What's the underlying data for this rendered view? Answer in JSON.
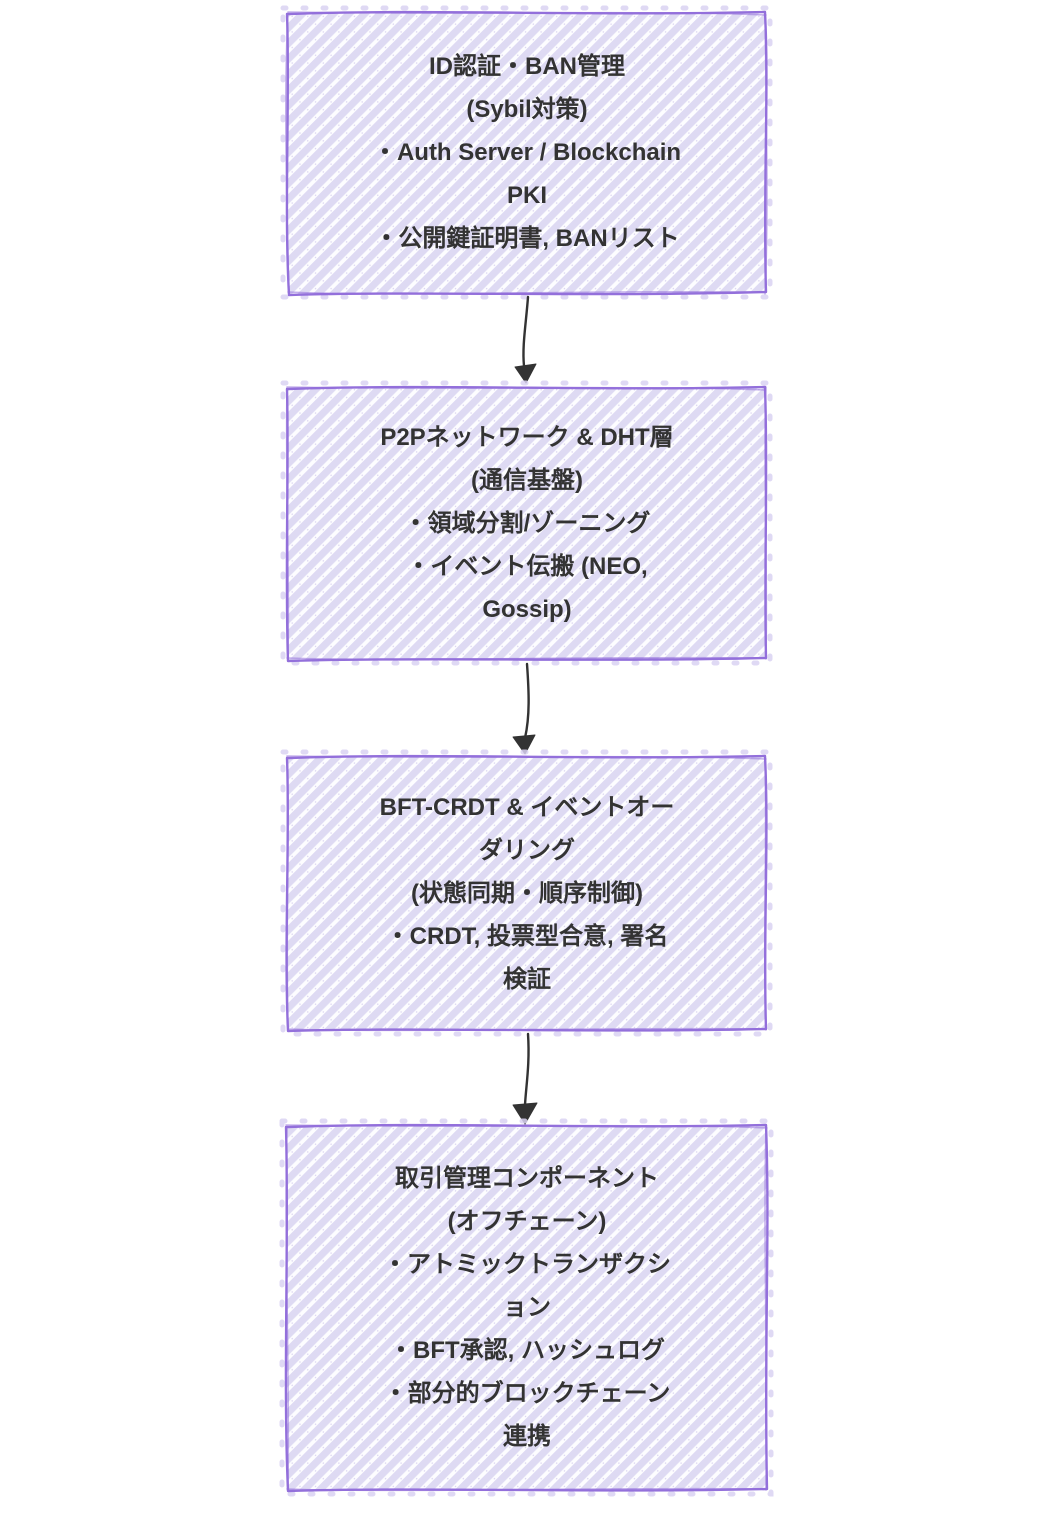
{
  "diagram": {
    "type": "flowchart",
    "direction": "top-down",
    "colors": {
      "node_fill": "#ECECFF",
      "node_hatch_stripe": "#dedaf3",
      "node_border": "#9370DB",
      "edge": "#333333",
      "text": "#333333",
      "background": "#ffffff"
    },
    "nodes": [
      {
        "id": "auth",
        "lines": [
          "ID認証・BAN管理",
          "(Sybil対策)",
          "・Auth Server / Blockchain",
          "PKI",
          "・公開鍵証明書, BANリスト"
        ]
      },
      {
        "id": "p2p",
        "lines": [
          "P2Pネットワーク & DHT層",
          "(通信基盤)",
          "・領域分割/ゾーニング",
          "・イベント伝搬 (NEO,",
          "Gossip)"
        ]
      },
      {
        "id": "bft_crdt",
        "lines": [
          "BFT-CRDT & イベントオー",
          "ダリング",
          "(状態同期・順序制御)",
          "・CRDT, 投票型合意, 署名",
          "検証"
        ]
      },
      {
        "id": "transaction",
        "lines": [
          "取引管理コンポーネント",
          "(オフチェーン)",
          "・アトミックトランザクシ",
          "ョン",
          "・BFT承認, ハッシュログ",
          "・部分的ブロックチェーン",
          "連携"
        ]
      }
    ],
    "edges": [
      {
        "from": "auth",
        "to": "p2p"
      },
      {
        "from": "p2p",
        "to": "bft_crdt"
      },
      {
        "from": "bft_crdt",
        "to": "transaction"
      }
    ]
  }
}
